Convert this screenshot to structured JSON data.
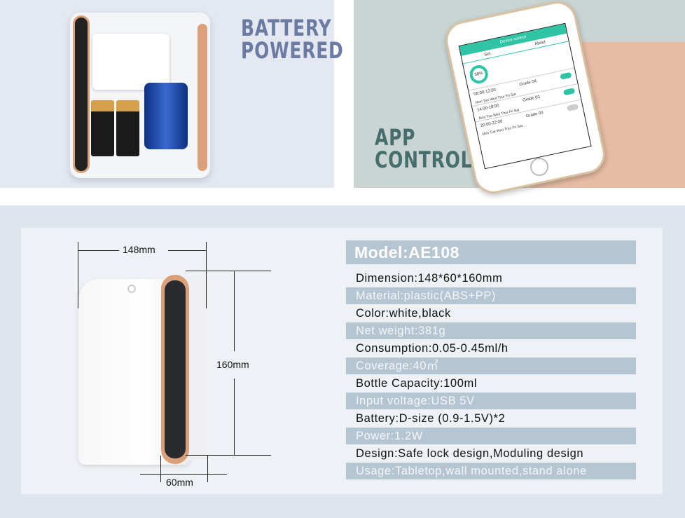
{
  "battery_panel": {
    "title_line1": "BATTERY",
    "title_line2": "POWERED"
  },
  "app_panel": {
    "title_line1": "APP",
    "title_line2": "CONTROL",
    "phone_screen": {
      "header": "Device control",
      "tabs": [
        "Set",
        "About"
      ],
      "gauge": "58%",
      "schedules": [
        {
          "time": "08:00-12:00",
          "grade": "Grade 04",
          "days": "Mon Tue Wed Thur Fri Sat",
          "on": true
        },
        {
          "time": "14:00-18:00",
          "grade": "Grade 03",
          "days": "Mon Tue Wed Thur Fri Sat",
          "on": true
        },
        {
          "time": "20:00-22:00",
          "grade": "Grade 03",
          "days": "Mon Tue Wed Thur Fri Sat",
          "on": false
        }
      ]
    }
  },
  "dimensions": {
    "width": "148mm",
    "height": "160mm",
    "depth": "60mm"
  },
  "specs": {
    "model": "Model:AE108",
    "rows": [
      "Dimension:148*60*160mm",
      "Material:plastic(ABS+PP)",
      "Color:white,black",
      "Net weight:381g",
      "Consumption:0.05-0.45ml/h",
      "Coverage:40㎡",
      "Bottle Capacity:100ml",
      "Input voltage:USB 5V",
      "Battery:D-size (0.9-1.5V)*2",
      "Power:1.2W",
      "Design:Safe lock design,Moduling design",
      "Usage:Tabletop,wall mounted,stand alone"
    ]
  },
  "colors": {
    "accent_row": "#b5c5d1",
    "battery_title": "#6b7ba3",
    "app_title": "#456e6c",
    "trim": "#d9a07a",
    "app_teal": "#2fc4a5"
  }
}
